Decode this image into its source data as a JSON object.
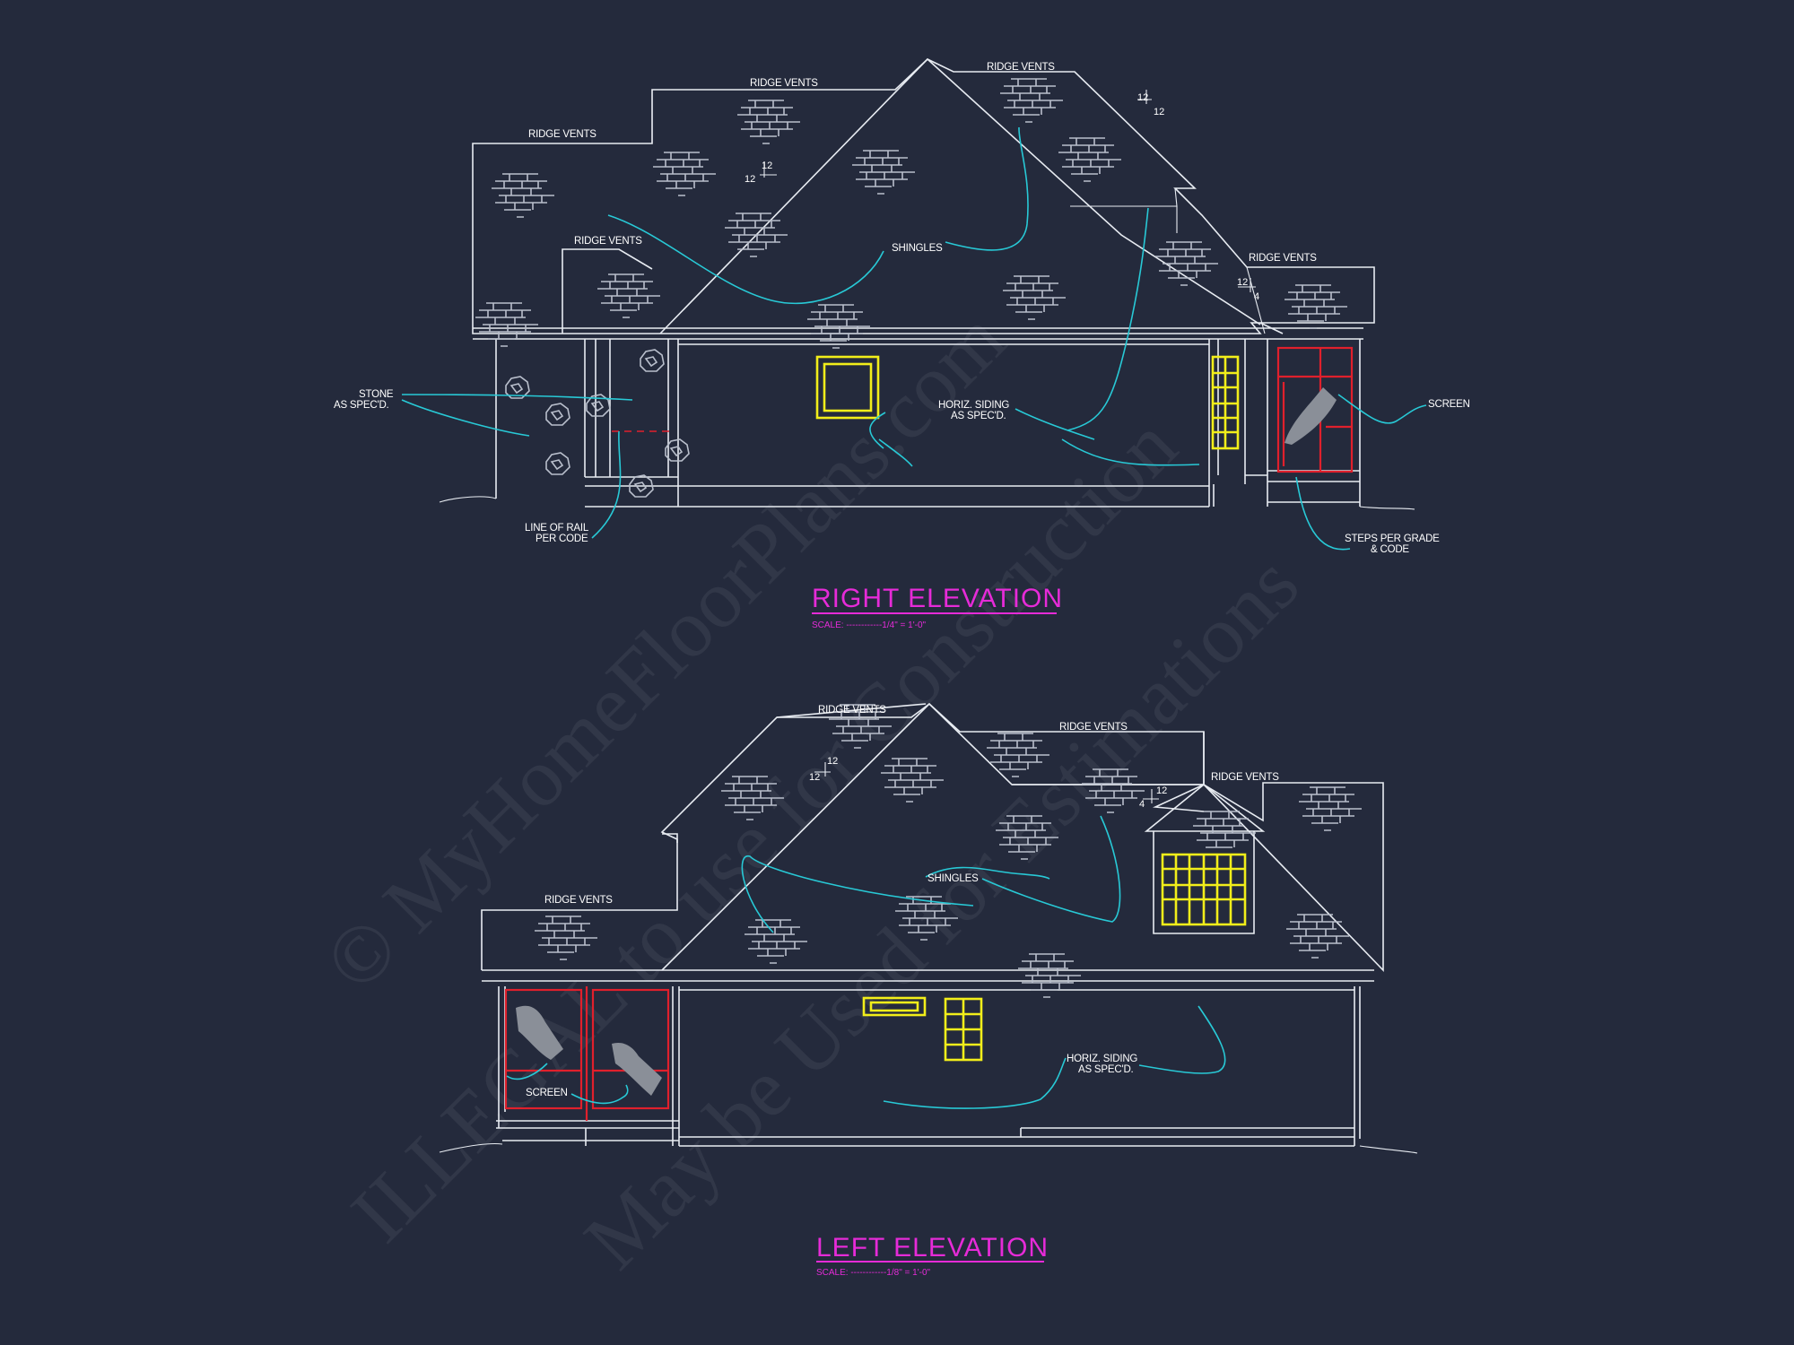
{
  "right_elevation": {
    "title": "RIGHT ELEVATION",
    "scale": "SCALE: ------------1/4\" = 1'-0\"",
    "notes": {
      "ridge_vents_1": "RIDGE VENTS",
      "ridge_vents_2": "RIDGE VENTS",
      "ridge_vents_3": "RIDGE VENTS",
      "ridge_vents_4": "RIDGE VENTS",
      "ridge_vents_5": "RIDGE VENTS",
      "shingles": "SHINGLES",
      "stone_line1": "STONE",
      "stone_line2": "AS SPEC'D.",
      "siding_line1": "HORIZ. SIDING",
      "siding_line2": "AS SPEC'D.",
      "screen": "SCREEN",
      "rail_line1": "LINE OF RAIL",
      "rail_line2": "PER CODE",
      "steps_line1": "STEPS PER GRADE",
      "steps_line2": "& CODE"
    },
    "pitch_marks": {
      "pitch1_rise": "12",
      "pitch1_run": "12",
      "pitch2_rise": "12",
      "pitch2_run": "12",
      "pitch3_rise": "12",
      "pitch3_run": "4"
    }
  },
  "left_elevation": {
    "title": "LEFT ELEVATION",
    "scale": "SCALE: ------------1/8\" = 1'-0\"",
    "notes": {
      "ridge_vents_1": "RIDGE VENTS",
      "ridge_vents_2": "RIDGE VENTS",
      "ridge_vents_3": "RIDGE VENTS",
      "ridge_vents_4": "RIDGE VENTS",
      "shingles": "SHINGLES",
      "siding_line1": "HORIZ. SIDING",
      "siding_line2": "AS SPEC'D.",
      "screen": "SCREEN"
    },
    "pitch_marks": {
      "pitch1_rise": "12",
      "pitch1_run": "12",
      "pitch2_rise": "12",
      "pitch2_run": "4"
    }
  },
  "watermark": {
    "line1": "© MyHomeFloorPlans.com",
    "line2": "ILLEGAL to use for Construction",
    "line3": "May be Used for Estimations"
  },
  "colors": {
    "background": "#242a3c",
    "linework": "#e8ecf2",
    "leaders": "#28c9d6",
    "windows": "#f2ee1a",
    "screens": "#e0202c",
    "titles": "#e62bd8"
  }
}
